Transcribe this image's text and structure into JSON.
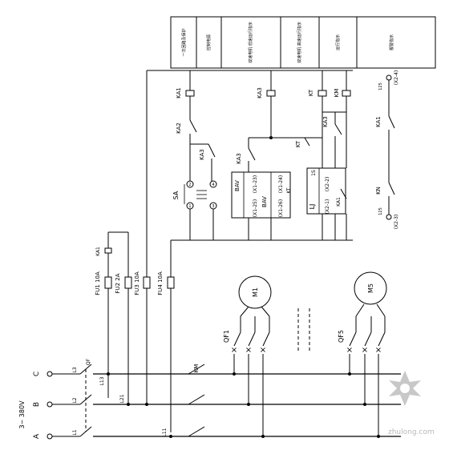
{
  "title_blocks": [
    "一次回路及保护",
    "控制电源",
    "双速电机 低速运行指示",
    "双速电机 高速运行指示",
    "运行指示",
    "报警指示"
  ],
  "supply": {
    "phases": [
      "A",
      "B",
      "C"
    ],
    "voltage": "3~ 380V",
    "terminals": [
      "L1",
      "L2",
      "L3"
    ],
    "breaker": "QF"
  },
  "fuses": [
    "FU1 10A",
    "FU2 2A",
    "FU3 10A",
    "FU4 10A"
  ],
  "bus_tags": [
    "L11",
    "L21",
    "L13"
  ],
  "relays": {
    "ka1": "KA1",
    "ka2": "KA2",
    "ka3": "KA3",
    "kt": "KT",
    "km": "KM",
    "kt_contact": "KT",
    "ka3_nc": "KA3",
    "ka1_nc": "KA1"
  },
  "selector": {
    "tag": "SA",
    "positions": [
      "1",
      "2",
      "3",
      "4"
    ]
  },
  "bas_box": {
    "label_top": "BAV",
    "label_bottom": "BAV",
    "terminals": [
      "(X1-23)",
      "(X1-24)",
      "(X1-25)",
      "(X1-26)"
    ],
    "contact": "KT"
  },
  "lj_box": {
    "label": "LJ",
    "terminals": [
      "(X2-1)",
      "(X2-2)"
    ],
    "num": "1S"
  },
  "right_column": {
    "term_top": "(X2-4)",
    "num_top": "125",
    "contact_top": "KA1",
    "contact_bottom": "KN",
    "term_bottom": "(X2-3)",
    "num_bottom": "125"
  },
  "motors": [
    {
      "label": "M1",
      "breaker": "QF1"
    },
    {
      "label": "M5",
      "breaker": "QF5"
    }
  ],
  "km_contact": "KM",
  "watermark": "zhulong.com"
}
